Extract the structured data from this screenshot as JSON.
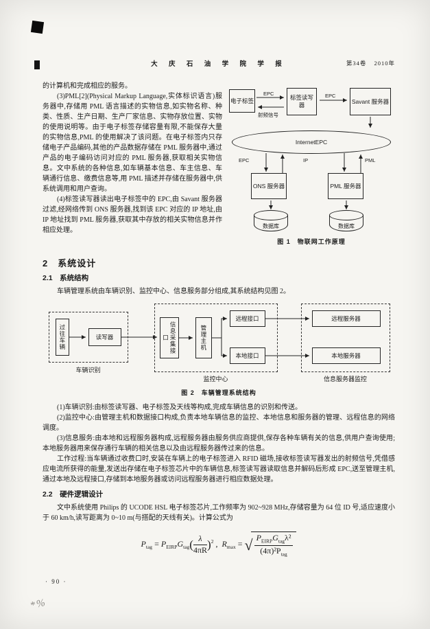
{
  "colors": {
    "paper": "#f6f5f1",
    "ink": "#1b1b1b"
  },
  "page": {
    "journal": "大 庆 石 油 学 院 学 报",
    "volume": "第34卷",
    "year": "2010年",
    "page_number": "· 90 ·",
    "scan_mark": "*%"
  },
  "intro": {
    "p0": "的计算机和完成相应的服务。",
    "p1": "(3)PML[2](Physical Markup Language,实体标识语言)服务器中,存储用 PML 语言描述的实物信息,如实物名称、种类、性质、生产日期、生产厂家信息、实物存放位置、实物的使用说明等。由于电子标签存储容量有限,不能保存大量的实物信息,PML 的使用解决了该问题。在电子标签内只存储电子产品编码,其他的产品数据存储在 PML 服务器中,通过产品的电子编码访问对应的 PML 服务器,获取相关实物信息。文中系统的各种信息,如车辆基本信息、车主信息、车辆通行信息、缴费信息等,用 PML 描述并存储在服务器中,供系统调用和用户查询。",
    "p2": "(4)标签读写器读出电子标签中的 EPC,由 Savant 服务器过滤,经网络传到 ONS 服务器,找到该 EPC 对应的 IP 地址,由 IP 地址找到 PML 服务器,获取其中存放的相关实物信息并作相应处理。"
  },
  "fig1": {
    "caption": "图 1　物联网工作原理",
    "tag_box": "电子标签",
    "reader_box": "标签读写器",
    "savant_box": "Savant 服务器",
    "epc": "EPC",
    "rf_label": "射频信号",
    "internet": "InternetEPC",
    "ip": "IP",
    "pml": "PML",
    "ons_box": "ONS 服务器",
    "pml_box": "PML 服务器",
    "db": "数据库"
  },
  "sec2": {
    "title": "2　系统设计"
  },
  "sec21": {
    "title": "2.1　系统结构",
    "p": "车辆管理系统由车辆识别、监控中心、信息服务部分组成,其系统结构见图 2。"
  },
  "fig2": {
    "caption": "图 2　车辆管理系统结构",
    "vehicle": "过往车辆",
    "reader": "读写器",
    "collect": "信息采集接口",
    "host": "管理主机",
    "remote_if": "远程接口",
    "local_if": "本地接口",
    "remote_srv": "远程服务器",
    "local_srv": "本地服务器",
    "label_left": "车辆识别",
    "label_mid": "监控中心",
    "label_right": "信息服务器监控"
  },
  "body2": {
    "item1": "(1)车辆识别:由标签读写器、电子标签及天线等构成,完成车辆信息的识别和传送。",
    "item2": "(2)监控中心:由管理主机和数据接口构成,负责本地车辆信息的监控、本地信息和服务器的管理、远程信息的网络调度。",
    "item3": "(3)信息服务:由本地和远程服务器构成,远程服务器由服务供应商提供,保存各种车辆有关的信息,供用户查询使用;本地服务器用来保存通行车辆的相关信息以及由远程服务器传过来的信息。",
    "work": "工作过程:当车辆通过收费口时,安装在车辆上的电子标签进入 RFID 磁场,接收标签读写器发出的射频信号,凭借感应电流所获得的能量,发送出存储在电子标签芯片中的车辆信息,标签读写器读取信息并解码后形成 EPC,送至管理主机,通过本地及远程接口,存储到本地服务器或访问远程服务器进行相应数据处理。"
  },
  "sec22": {
    "title": "2.2　硬件逻辑设计",
    "p": "文中系统使用 Philips 的 UCODE HSL 电子标签芯片,工作频率为 902~928 MHz,存储容量为 64 位 ID 号,适应速度小于 60 km/h,读写距离为 0~10 m(与搭配的天线有关)。计算公式为"
  },
  "formula": {
    "P": "P",
    "G": "G",
    "R": "R",
    "sub_tag": "tag",
    "sub_eirp": "EIRP",
    "sub_max": "max",
    "eq": "=",
    "comma": ",",
    "lparen": "(",
    "rparen": ")",
    "lambda": "λ",
    "lambda_sq": "λ²",
    "den1": "4πR",
    "den2": "(4π)²P",
    "sq": "2",
    "sqrt": "√"
  }
}
